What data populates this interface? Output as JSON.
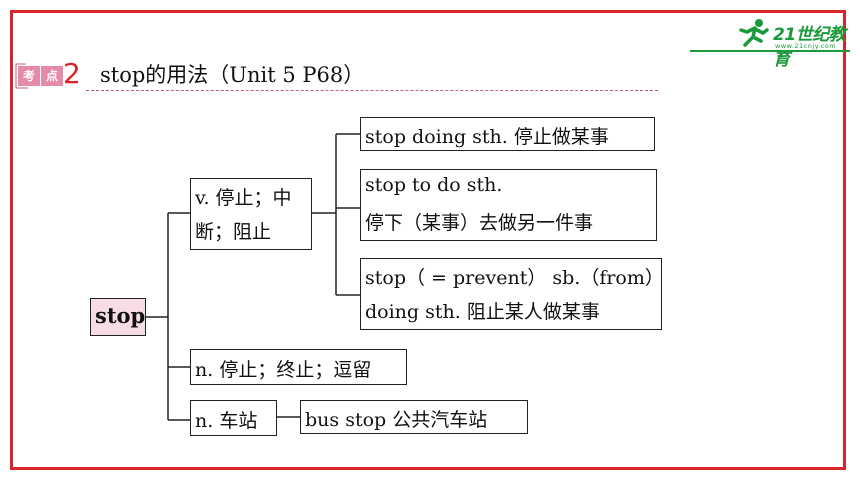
{
  "colors": {
    "frame": "#d8232a",
    "badge": "#e58aa7",
    "brand": "#1a9a3a",
    "stop_fill": "#f7dce6"
  },
  "logo": {
    "brand": "21世纪教育",
    "url": "www.21cnjy.com",
    "icon": "runner-icon"
  },
  "heading": {
    "badge1": "考",
    "badge2": "点",
    "number": "2",
    "title": "stop的用法（Unit 5 P68）"
  },
  "diagram": {
    "root": "stop",
    "branch_verb": {
      "line1": "v. 停止；中",
      "line2": "断；阻止"
    },
    "verb_leaves": {
      "leaf1": "stop doing sth. 停止做某事",
      "leaf2_line1": "stop to do sth.",
      "leaf2_line2": "停下（某事）去做另一件事",
      "leaf3_line1": "stop（ = prevent） sb.（from）",
      "leaf3_line2": "doing sth. 阻止某人做某事"
    },
    "branch_noun1": "n. 停止；终止；逗留",
    "branch_noun2": "n. 车站",
    "noun2_leaf": "bus stop 公共汽车站"
  }
}
